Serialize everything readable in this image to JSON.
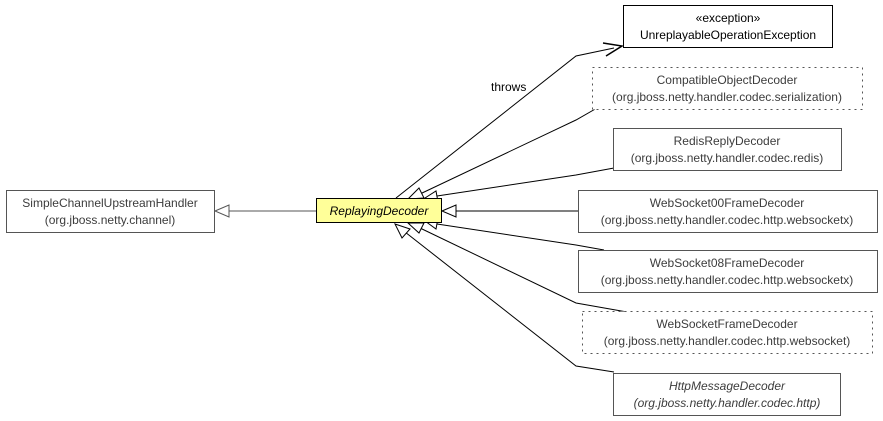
{
  "nodes": {
    "unreplayable": {
      "line1": "«exception»",
      "line2": "UnreplayableOperationException"
    },
    "compatible": {
      "line1": "CompatibleObjectDecoder",
      "line2": "(org.jboss.netty.handler.codec.serialization)"
    },
    "redis": {
      "line1": "RedisReplyDecoder",
      "line2": "(org.jboss.netty.handler.codec.redis)"
    },
    "ws00": {
      "line1": "WebSocket00FrameDecoder",
      "line2": "(org.jboss.netty.handler.codec.http.websocketx)"
    },
    "ws08": {
      "line1": "WebSocket08FrameDecoder",
      "line2": "(org.jboss.netty.handler.codec.http.websocketx)"
    },
    "wsframe": {
      "line1": "WebSocketFrameDecoder",
      "line2": "(org.jboss.netty.handler.codec.http.websocket)"
    },
    "http": {
      "line1": "HttpMessageDecoder",
      "line2": "(org.jboss.netty.handler.codec.http)"
    },
    "simple": {
      "line1": "SimpleChannelUpstreamHandler",
      "line2": "(org.jboss.netty.channel)"
    },
    "replaying": {
      "line1": "ReplayingDecoder"
    }
  },
  "edges": {
    "throws_label": "throws"
  }
}
